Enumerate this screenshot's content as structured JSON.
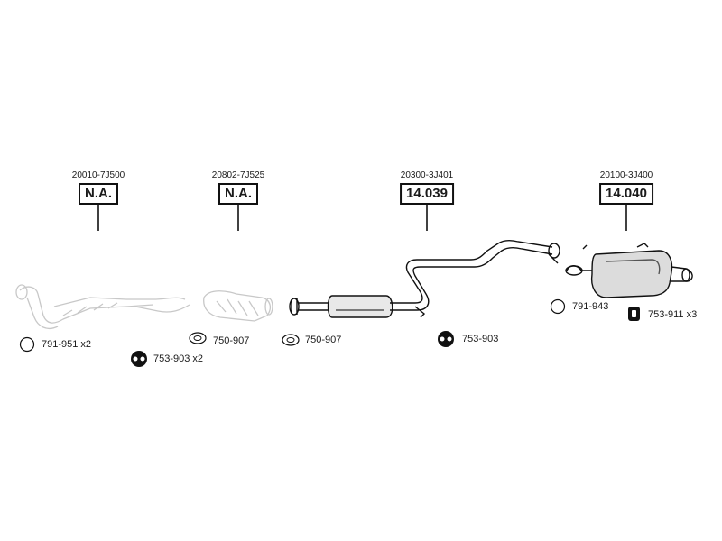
{
  "parts": [
    {
      "oem": "20010-7J500",
      "ref": "N.A."
    },
    {
      "oem": "20802-7J525",
      "ref": "N.A."
    },
    {
      "oem": "20300-3J401",
      "ref": "14.039"
    },
    {
      "oem": "20100-3J400",
      "ref": "14.040"
    }
  ],
  "accessories": [
    {
      "label": "791-951 x2",
      "icon": "ring-icon"
    },
    {
      "label": "753-903 x2",
      "icon": "rubber-hanger-icon"
    },
    {
      "label": "750-907",
      "icon": "gasket-icon"
    },
    {
      "label": "750-907",
      "icon": "gasket-icon"
    },
    {
      "label": "753-903",
      "icon": "rubber-hanger-icon"
    },
    {
      "label": "791-943",
      "icon": "ring-icon"
    },
    {
      "label": "753-911 x3",
      "icon": "rubber-mount-icon"
    }
  ]
}
